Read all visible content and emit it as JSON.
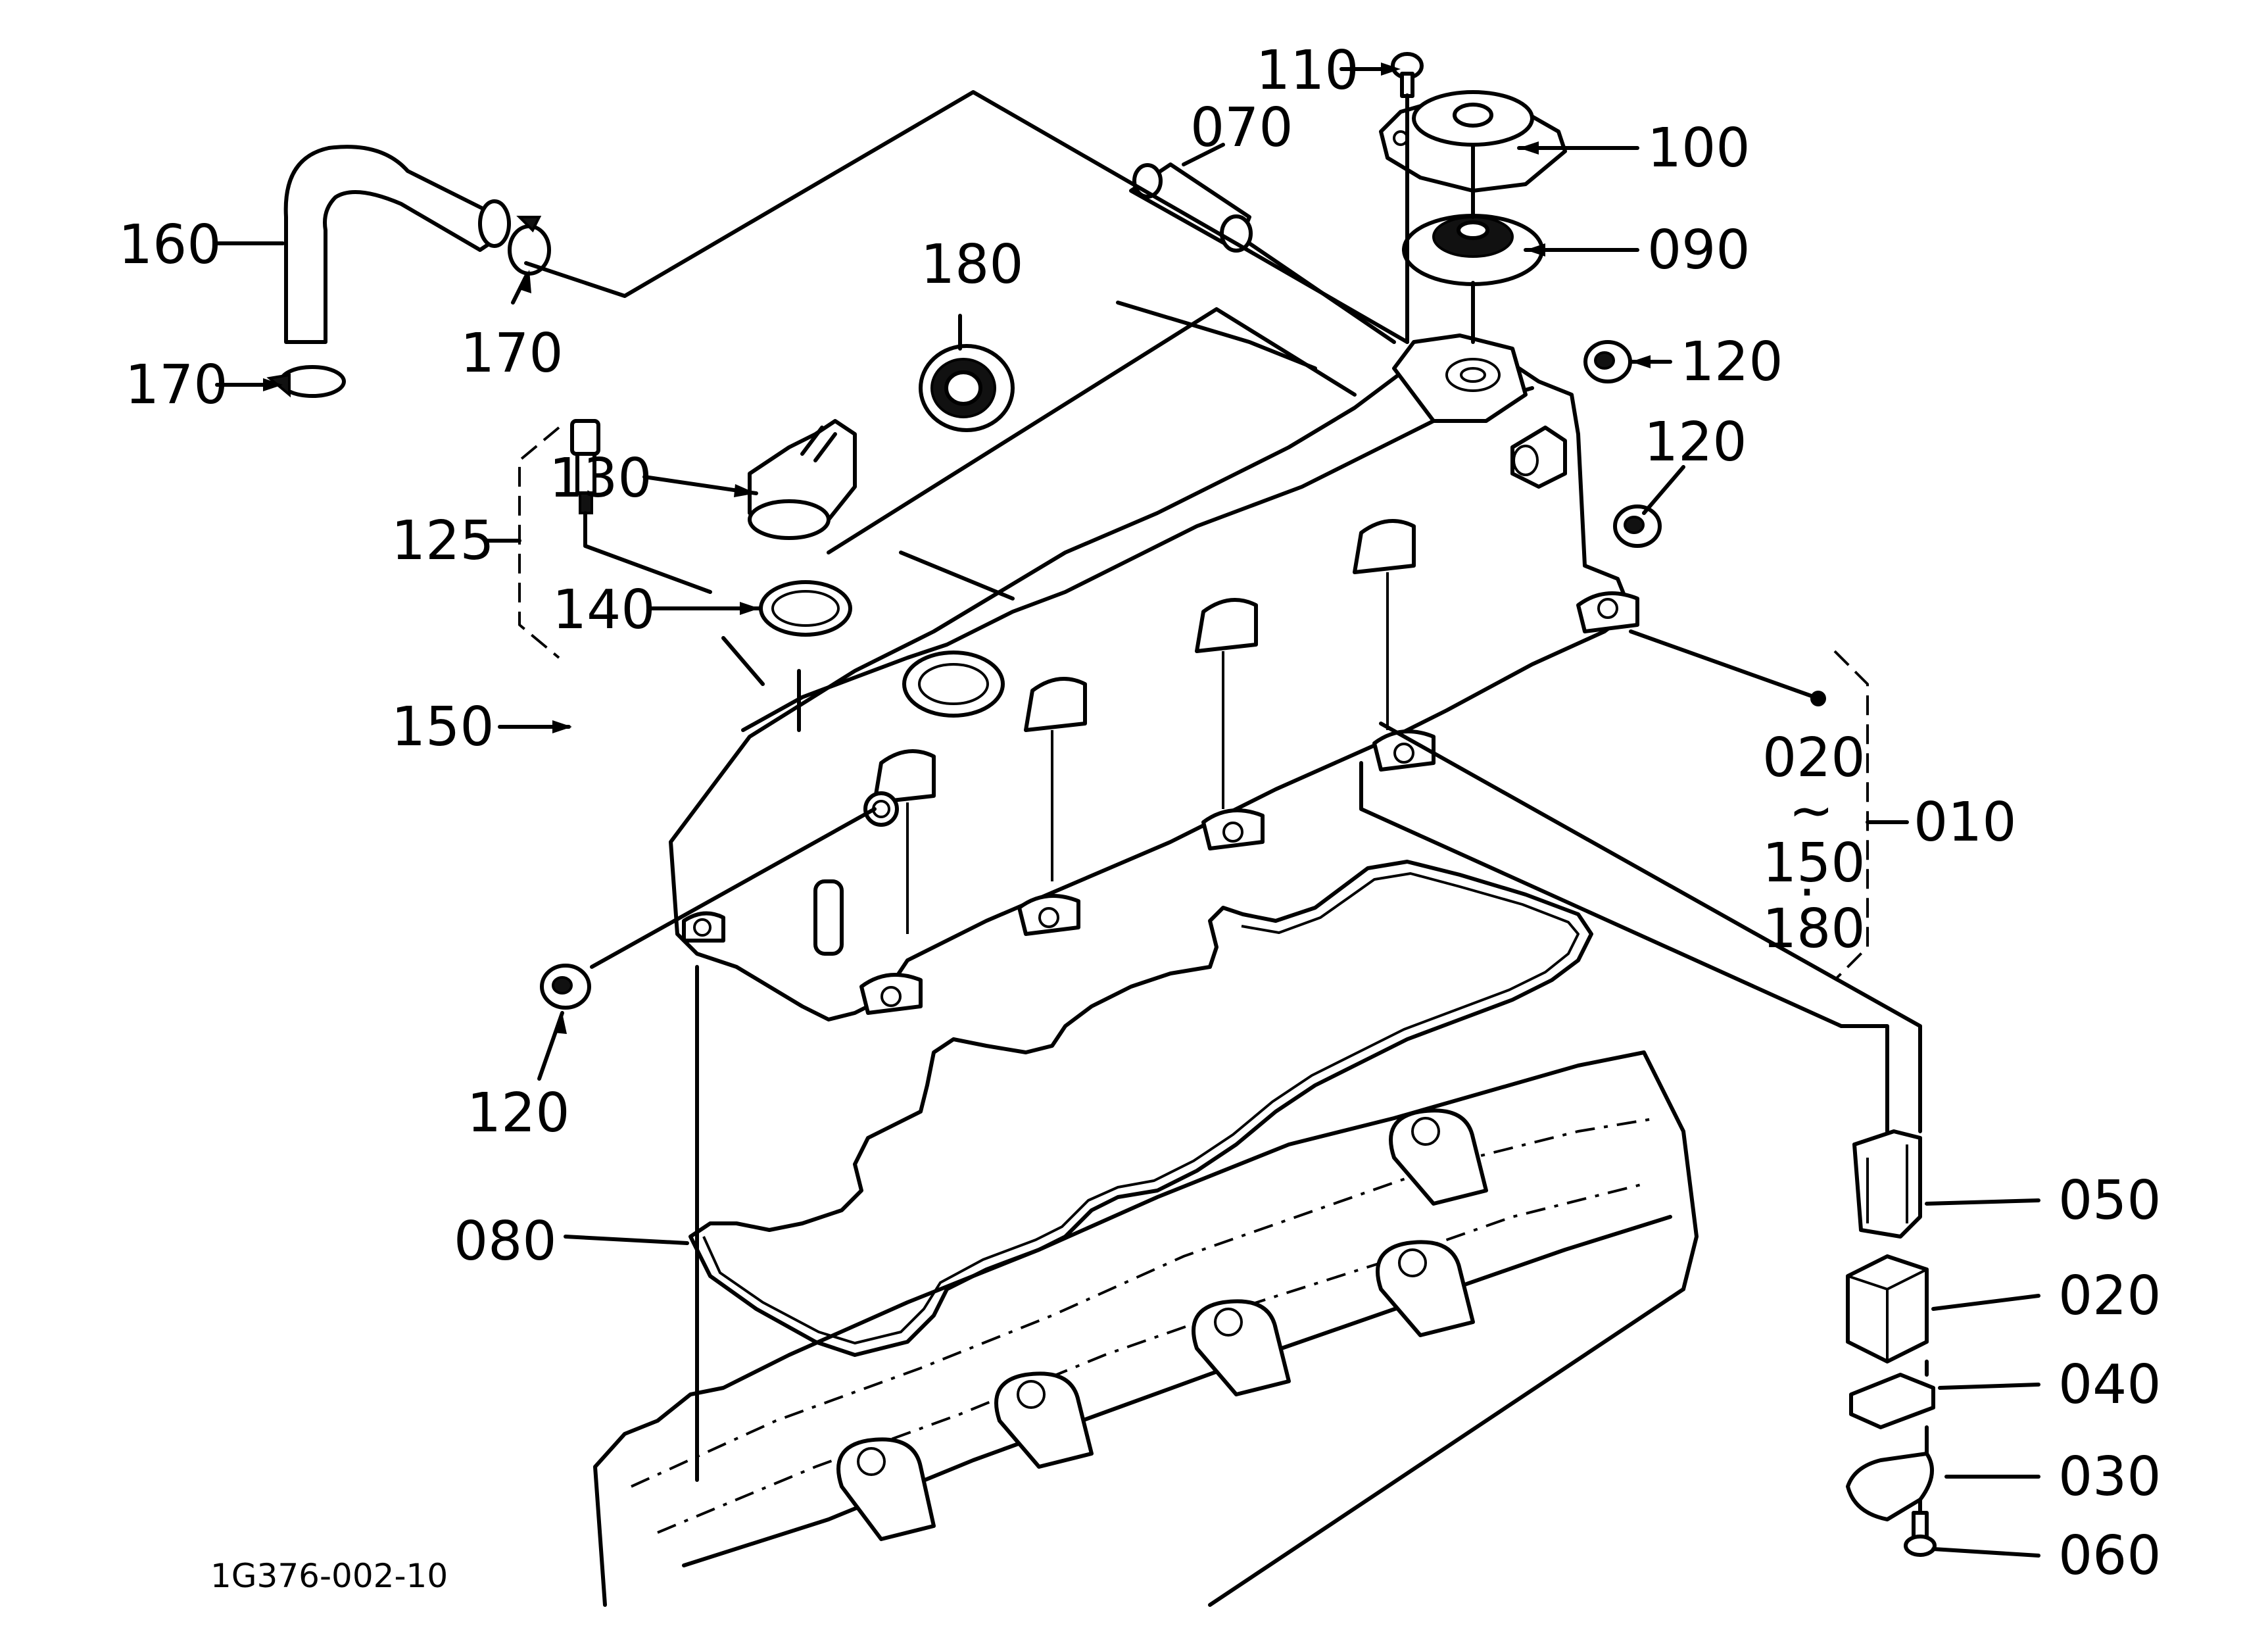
{
  "figure_code": "1G376-002-10",
  "callouts": {
    "c010": "010",
    "c020": "020",
    "c020_range": "020",
    "c030": "030",
    "c040": "040",
    "c050": "050",
    "c060": "060",
    "c070": "070",
    "c080": "080",
    "c090": "090",
    "c100": "100",
    "c110": "110",
    "c120_a": "120",
    "c120_b": "120",
    "c120_c": "120",
    "c125": "125",
    "c130": "130",
    "c140": "140",
    "c150": "150",
    "c150_range": "150",
    "c160": "160",
    "c170_a": "170",
    "c170_b": "170",
    "c180": "180",
    "c180_range": "180",
    "range_tilde": "~",
    "range_dot": "·"
  },
  "parts": [
    "cylinder-head-cover",
    "rubber-grommet",
    "oil-filler-cap",
    "o-ring",
    "hose-joint-bolt",
    "breather-hose",
    "hose-clip",
    "oil-seal",
    "breather-valve",
    "breather-cover",
    "screw",
    "head-cover-gasket",
    "connecting-pipe",
    "bracket",
    "mount-block",
    "plate",
    "clamp",
    "bolt"
  ],
  "colors": {
    "ink": "#000000",
    "paper": "#ffffff"
  }
}
